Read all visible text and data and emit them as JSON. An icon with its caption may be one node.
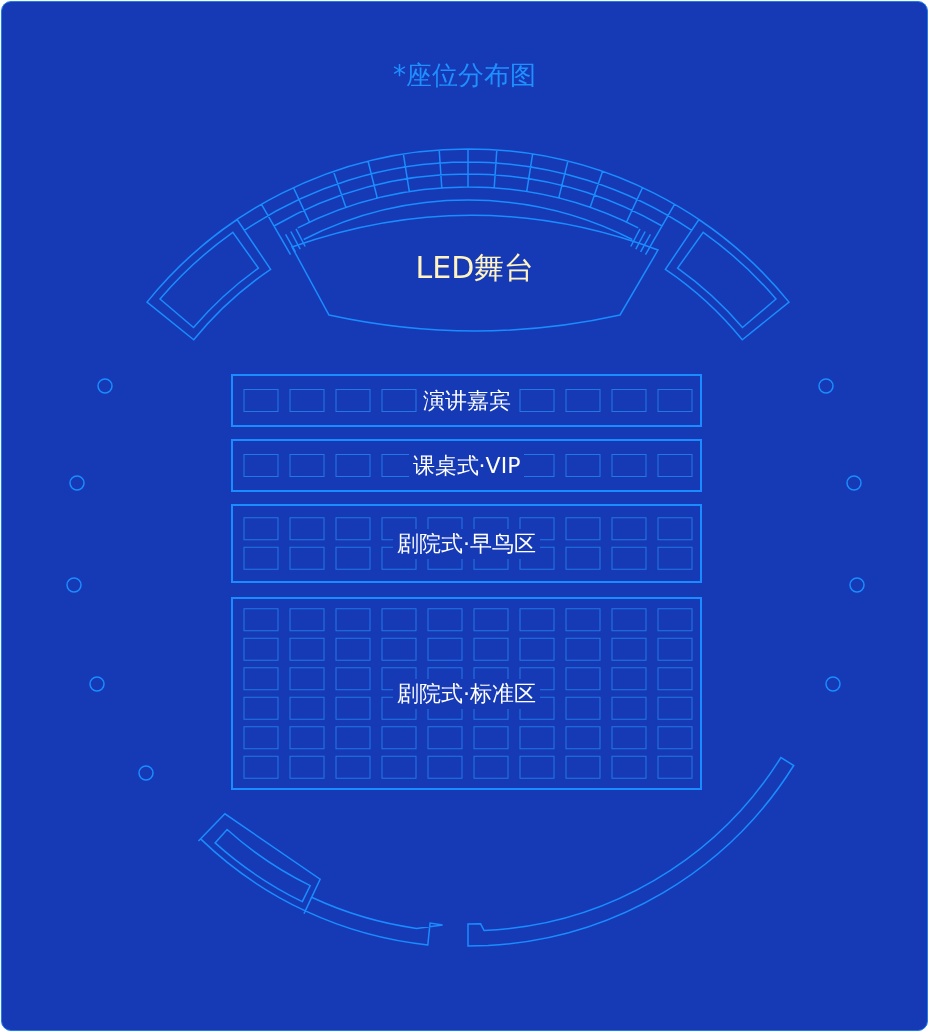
{
  "diagram": {
    "title": "*座位分布图",
    "nodes": [
      {
        "text": [
          "LED舞台"
        ]
      },
      {
        "text": [
          "演讲嘉宾"
        ]
      },
      {
        "text": [
          "课桌式·VIP"
        ]
      },
      {
        "text": [
          "剧院式·早鸟区"
        ]
      },
      {
        "text": [
          "剧院式·标准区"
        ]
      }
    ]
  }
}
